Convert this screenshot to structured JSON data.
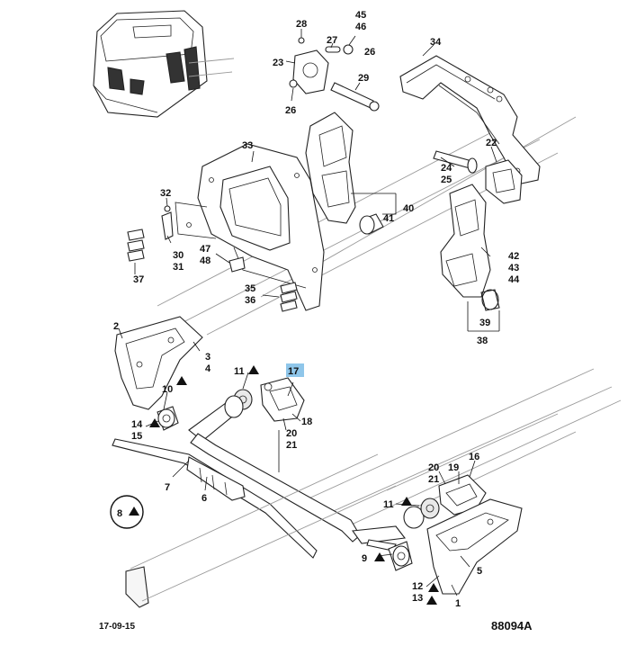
{
  "diagram": {
    "highlight_color": "#8fc6ea",
    "labels": {
      "l28": "28",
      "l4546": "45\n46",
      "l27": "27",
      "l26a": "26",
      "l23": "23",
      "l26b": "26",
      "l29": "29",
      "l34": "34",
      "l33": "33",
      "l22": "22",
      "l2425": "24\n25",
      "l40": "40",
      "l41": "41",
      "l32": "32",
      "l3031": "30\n31",
      "l4748": "47\n48",
      "l37": "37",
      "l3536": "35\n36",
      "l424344": "42\n43\n44",
      "l39": "39",
      "l38": "38",
      "l2": "2",
      "l34b": "3\n4",
      "l11a": "11",
      "l17": "17",
      "l10": "10",
      "l18": "18",
      "l2021a": "20\n21",
      "l1415": "14\n15",
      "l7": "7",
      "l6": "6",
      "l2021b": "20\n21",
      "l19": "19",
      "l16": "16",
      "l11b": "11",
      "l8": "8",
      "l9": "9",
      "l5": "5",
      "l1213": "12\n13",
      "l1": "1"
    },
    "footer": {
      "date": "17-09-15",
      "code": "88094A"
    }
  }
}
